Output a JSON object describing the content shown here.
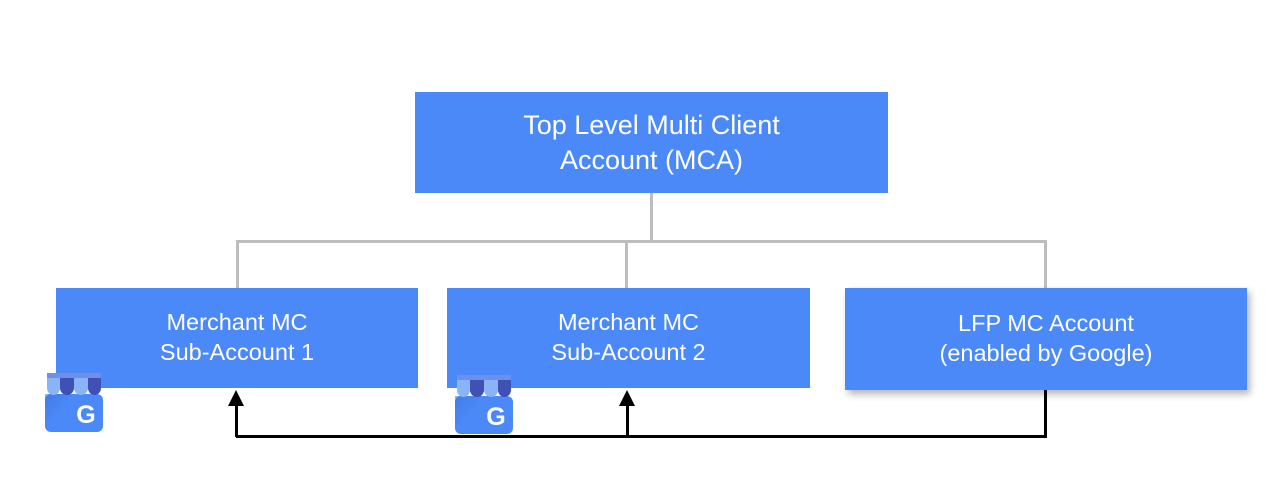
{
  "diagram": {
    "title_text": "Top Level Multi Client\nAccount (MCA)",
    "colors": {
      "node_blue": "#4a89f7",
      "node_text": "#ffffff",
      "tree_line_gray": "#bdbdbd",
      "feedback_line_black": "#000000",
      "background": "#ffffff",
      "gmb_awning_light": "#8ab4f8",
      "gmb_awning_dark": "#3f51b5",
      "gmb_body": "#4a89f7",
      "gmb_body_shade": "#5b93f8"
    },
    "nodes": [
      {
        "id": "top-level-mca",
        "name": "Top Level Multi Client Account (MCA)",
        "label": "Top Level Multi Client\nAccount (MCA)"
      },
      {
        "id": "merchant-mc-sub-account-1",
        "name": "Merchant MC Sub-Account 1",
        "label": "Merchant MC\nSub-Account 1"
      },
      {
        "id": "merchant-mc-sub-account-2",
        "name": "Merchant MC Sub-Account 2",
        "label": "Merchant MC\nSub-Account 2"
      },
      {
        "id": "lfp-mc-account",
        "name": "LFP MC Account (enabled by Google)",
        "label": "LFP MC Account\n(enabled by Google)"
      }
    ],
    "icons": [
      {
        "id": "gmb-badge-sub-account-1",
        "name": "google-my-business-icon",
        "glyph": "G",
        "attached_to": "merchant-mc-sub-account-1"
      },
      {
        "id": "gmb-badge-sub-account-2",
        "name": "google-my-business-icon",
        "glyph": "G",
        "attached_to": "merchant-mc-sub-account-2"
      }
    ],
    "connections": [
      {
        "id": "tree-top-to-children",
        "style": "gray-orthogonal",
        "from": "top-level-mca",
        "to": [
          "merchant-mc-sub-account-1",
          "merchant-mc-sub-account-2",
          "lfp-mc-account"
        ]
      },
      {
        "id": "feedback-lfp-to-merchants",
        "style": "black-orthogonal-arrow",
        "from": "lfp-mc-account",
        "to": [
          "merchant-mc-sub-account-1",
          "merchant-mc-sub-account-2"
        ]
      }
    ]
  }
}
